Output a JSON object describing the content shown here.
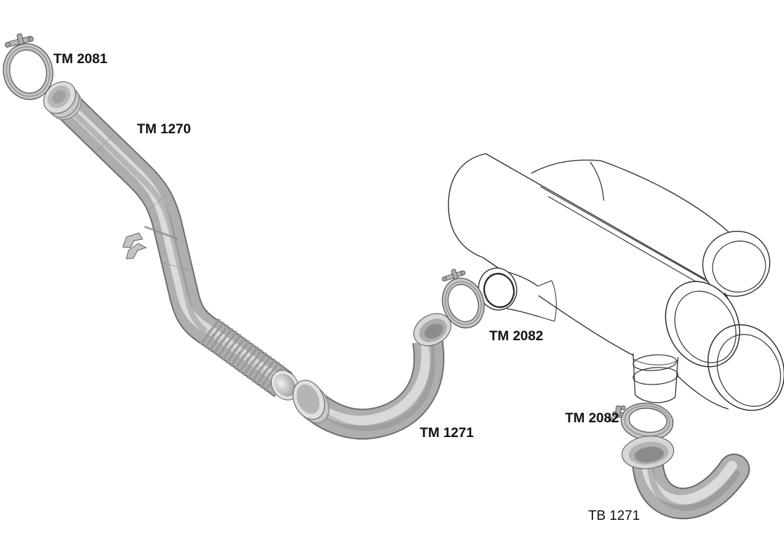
{
  "document": {
    "type": "exploded-parts-diagram",
    "subject": "exhaust system with silencer, pipes and v-band clamps",
    "background_color": "#ffffff",
    "line_color": "#2d2d2d",
    "label_color": "#111111",
    "metal_shades": {
      "pipe_edge": "#6e6e6e",
      "pipe_body": "#aeaeae",
      "pipe_highlight": "#e0e0e0",
      "clamp_fill": "#c8c8c8",
      "flange_light": "#dedede",
      "bore_dark": "#8b8b8b"
    }
  },
  "labels": {
    "front_clamp": "TM 2081",
    "front_pipe": "TM 1270",
    "inlet_clamp": "TM 2082",
    "intermediate_pipe": "TM 1271",
    "outlet_clamp": "TM 2082",
    "tail_pipe": "TB 1271"
  }
}
